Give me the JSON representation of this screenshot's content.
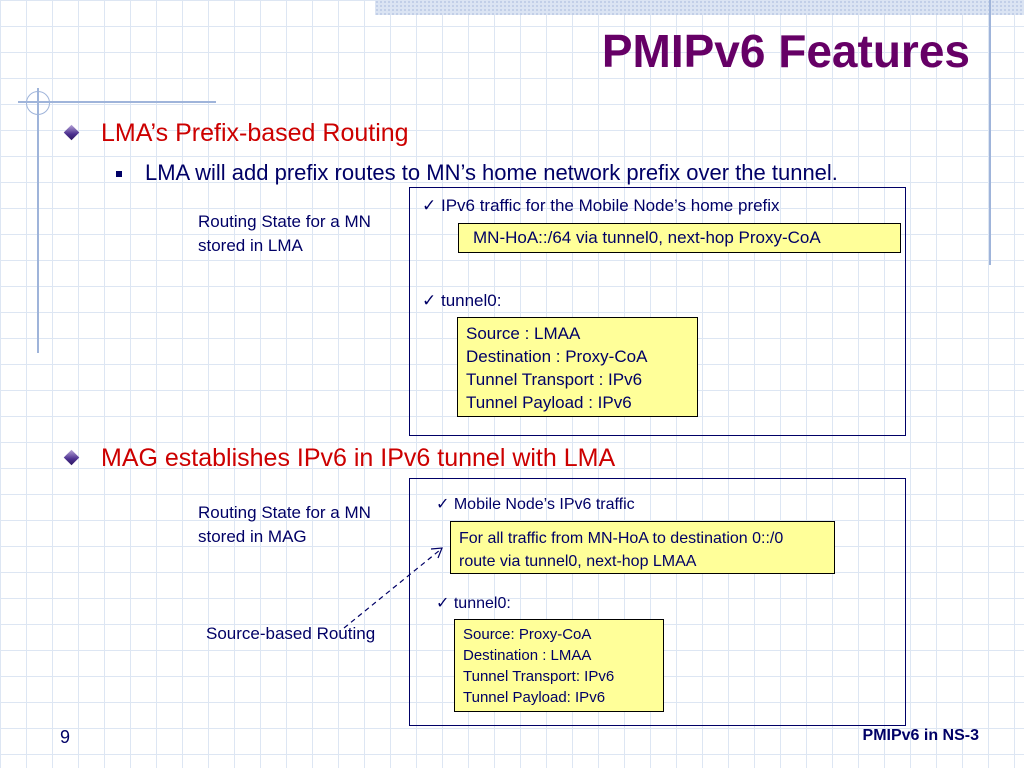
{
  "slide": {
    "title": "PMIPv6 Features",
    "page_number": "9",
    "footer": "PMIPv6 in NS-3"
  },
  "section1": {
    "heading": "LMA’s Prefix-based Routing",
    "bullet": "LMA will add prefix routes to MN’s home network prefix over the tunnel.",
    "caption_line1": "Routing State for a MN",
    "caption_line2": "stored in LMA",
    "check1": "✓ IPv6 traffic for the Mobile Node’s home prefix",
    "route": "MN-HoA::/64  via  tunnel0,  next-hop  Proxy-CoA",
    "check2": "✓ tunnel0:",
    "tunnel_lines": [
      "Source : LMAA",
      "Destination : Proxy-CoA",
      "Tunnel Transport : IPv6",
      "Tunnel Payload : IPv6"
    ]
  },
  "section2": {
    "heading": "MAG establishes IPv6 in IPv6 tunnel with LMA",
    "caption_line1": "Routing State for a MN",
    "caption_line2": "stored in MAG",
    "source_routing_label": "Source-based Routing",
    "check1": "✓ Mobile Node’s IPv6 traffic",
    "route_lines": [
      "For all traffic from MN-HoA to destination 0::/0",
      "route via tunnel0, next-hop LMAA"
    ],
    "check2": "✓ tunnel0:",
    "tunnel_lines": [
      "Source: Proxy-CoA",
      "Destination : LMAA",
      "Tunnel Transport: IPv6",
      "Tunnel Payload: IPv6"
    ]
  }
}
